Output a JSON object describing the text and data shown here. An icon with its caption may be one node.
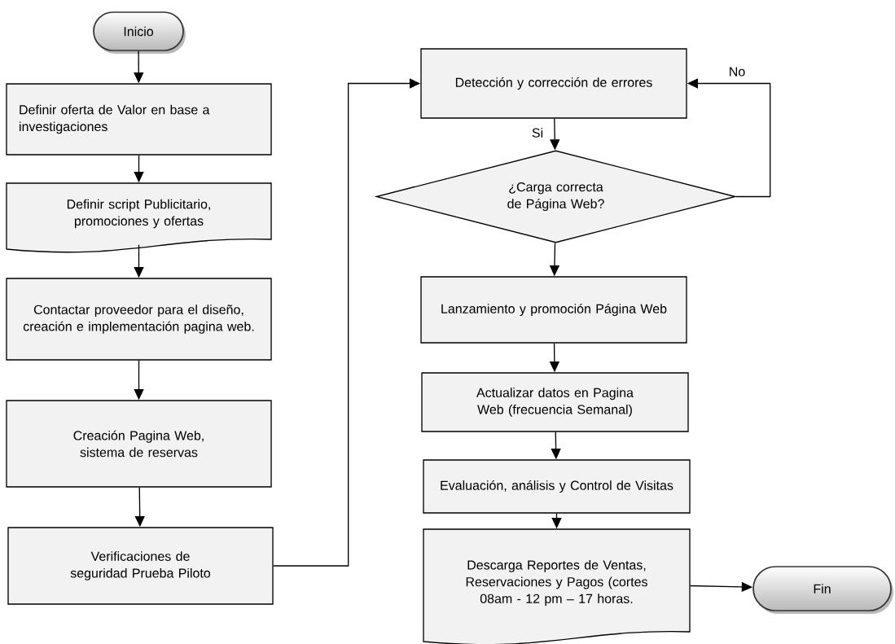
{
  "diagram": {
    "nodes": [
      {
        "text": [
          "Inicio"
        ]
      },
      {
        "text": [
          "Definir oferta de Valor en base a investigaciones"
        ]
      },
      {
        "text": [
          "Definir script Publicitario, promociones y ofertas"
        ]
      },
      {
        "text": [
          "Contactar proveedor para el diseño, creación e implementación pagina web."
        ]
      },
      {
        "text": [
          "Creación Pagina Web, sistema de reservas"
        ]
      },
      {
        "text": [
          "Verificaciones de seguridad Prueba Piloto"
        ]
      },
      {
        "text": [
          "Detección y corrección de errores"
        ]
      },
      {
        "text": [
          "¿Carga correcta de Página Web?"
        ]
      },
      {
        "text": [
          "Lanzamiento y promoción Página Web"
        ]
      },
      {
        "text": [
          "Actualizar datos en Pagina Web (frecuencia Semanal)"
        ]
      },
      {
        "text": [
          "Evaluación, análisis y Control de Visitas"
        ]
      },
      {
        "text": [
          "Descarga Reportes de Ventas, Reservaciones y Pagos (cortes 08am - 12 pm – 17 horas."
        ]
      },
      {
        "text": [
          "Fin"
        ]
      }
    ],
    "edges": [
      {
        "from": 0,
        "to": 1,
        "arrow": "to"
      },
      {
        "from": 1,
        "to": 2,
        "arrow": "to"
      },
      {
        "from": 2,
        "to": 3,
        "arrow": "to"
      },
      {
        "from": 3,
        "to": 4,
        "arrow": "to"
      },
      {
        "from": 4,
        "to": 5,
        "arrow": "to"
      },
      {
        "from": 5,
        "to": 6,
        "arrow": "to"
      },
      {
        "from": 6,
        "to": 7,
        "arrow": "to",
        "label": "Si"
      },
      {
        "from": 7,
        "to": 6,
        "arrow": "to",
        "label": "No"
      },
      {
        "from": 7,
        "to": 8,
        "arrow": "to"
      },
      {
        "from": 8,
        "to": 9,
        "arrow": "to"
      },
      {
        "from": 9,
        "to": 10,
        "arrow": "to"
      },
      {
        "from": 10,
        "to": 11,
        "arrow": "to"
      },
      {
        "from": 11,
        "to": 12,
        "arrow": "to"
      }
    ]
  }
}
